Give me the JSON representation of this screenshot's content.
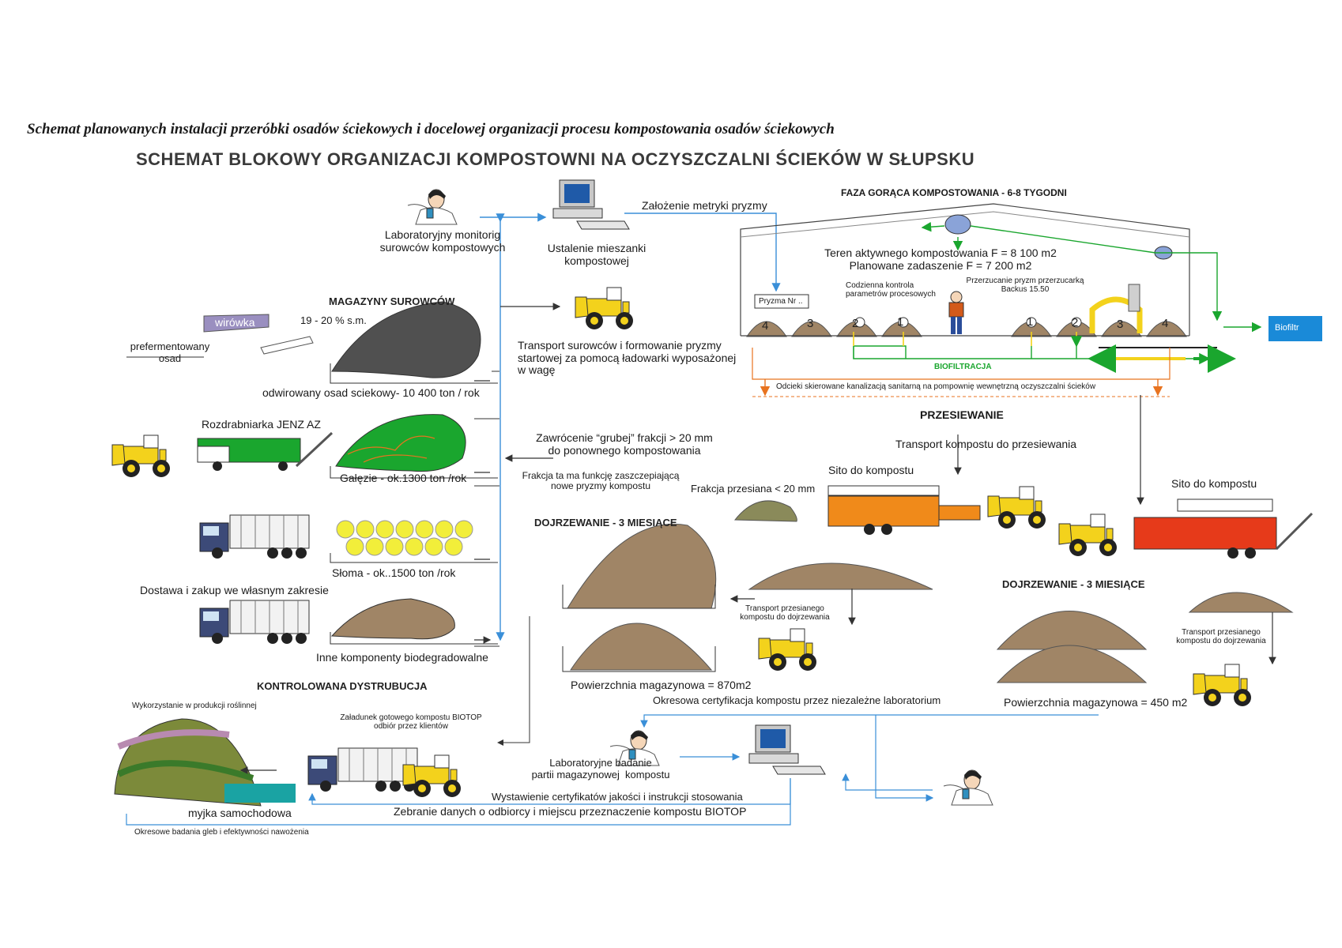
{
  "header": {
    "subtitle": "Schemat planowanych instalacji przeróbki osadów ściekowych i docelowej organizacji procesu kompostowania osadów ściekowych",
    "title": "SCHEMAT BLOKOWY ORGANIZACJI KOMPOSTOWNI NA OCZYSZCZALNI ŚCIEKÓW W SŁUPSKU"
  },
  "top": {
    "lab_monitoring": "Laboratoryjny monitorig\nsurowców kompostowych",
    "mix_setup": "Ustalenie mieszanki\nkompostowej",
    "windrow_metric": "Założenie metryki pryzmy"
  },
  "hot_phase": {
    "title": "FAZA GORĄCA KOMPOSTOWANIA - 6-8 TYGODNI",
    "area": "Teren aktywnego kompostowania F = 8 100 m2",
    "roof": "Planowane zadaszenie F = 7 200 m2",
    "daily_control": "Codzienna kontrola\nparametrów procesowych",
    "turning": "Przerzucanie pryzm przerzucarką\nBackus 15.50",
    "windrow_no": "Pryzma Nr ..",
    "biofiltration": "BIOFILTRACJA",
    "biofilter": "Biofiltr",
    "leachate": "Odcieki skierowane kanalizacją sanitarną na pompownię wewnętrzną oczyszczalni ścieków",
    "pile_numbers": [
      "4",
      "3",
      "2",
      "1",
      "1",
      "2",
      "3",
      "4"
    ]
  },
  "storage": {
    "title": "MAGAZYNY SUROWCÓW",
    "centrifuge": "wirówka",
    "dry_matter": "19 - 20  % s.m.",
    "prefermented": "prefermentowany\nosad",
    "sludge": "odwirowany osad  sciekowy- 10 400 ton / rok",
    "shredder": "Rozdrabniarka JENZ AZ",
    "branches": "Gałęzie - ok.1300  ton /rok",
    "straw": "Słoma - ok..1500  ton /rok",
    "delivery": "Dostawa i zakup we własnym zakresie",
    "other": "Inne komponenty biodegradowalne"
  },
  "transport": {
    "loader_text": "Transport surowców i formowanie pryzmy\nstartowej za pomocą ładowarki wyposażonej\nw wagę",
    "coarse_return": "Zawrócenie “grubej” frakcji > 20 mm\ndo ponownego kompostowania",
    "inoculant": "Frakcja ta ma funkcję zaszczepiającą\nnowe pryzmy kompostu"
  },
  "screening": {
    "title": "PRZESIEWANIE",
    "transport": "Transport  kompostu do przesiewania",
    "sieve1": "Sito do kompostu",
    "sieve2": "Sito do kompostu",
    "fraction": "Frakcja przesiana < 20 mm"
  },
  "maturation_left": {
    "title": "DOJRZEWANIE - 3 MIESIĄCE",
    "transport": "Transport przesianego\nkompostu do dojrzewania",
    "area": "Powierzchnia magazynowa = 870m2"
  },
  "maturation_right": {
    "title": "DOJRZEWANIE - 3 MIESIĄCE",
    "transport": "Transport przesianego\nkompostu do dojrzewania",
    "area": "Powierzchnia magazynowa = 450 m2"
  },
  "certification": "Okresowa certyfikacja kompostu przez niezależne laboratorium",
  "distribution": {
    "title": "KONTROLOWANA DYSTRUBUCJA",
    "use": "Wykorzystanie w produkcji roślinnej",
    "loading": "Załadunek gotowego kompostu BIOTOP\nodbiór przez klientów",
    "wash": "myjka samochodowa",
    "soil_tests": "Okresowe badania gleb i efektywności nawożenia",
    "lab_batch": "Laboratoryjne badanie\npartii magazynowej  kompostu",
    "certificates": "Wystawienie certyfikatów jakości i instrukcji stosowania",
    "data": "Zebranie danych o odbiorcy i miejscu przeznaczenie kompostu BIOTOP"
  },
  "colors": {
    "arrow_blue": "#3a8fd8",
    "arrow_green": "#1aa62e",
    "arrow_orange": "#e8731f",
    "loader_yellow": "#f3d21c",
    "compost_brown": "#a08566",
    "sludge_dark": "#505050",
    "sieve_orange": "#f08a1a",
    "sieve_red": "#e63a1a",
    "wash_teal": "#1aa3a3",
    "biofilter_blue": "#1a8ad8"
  }
}
